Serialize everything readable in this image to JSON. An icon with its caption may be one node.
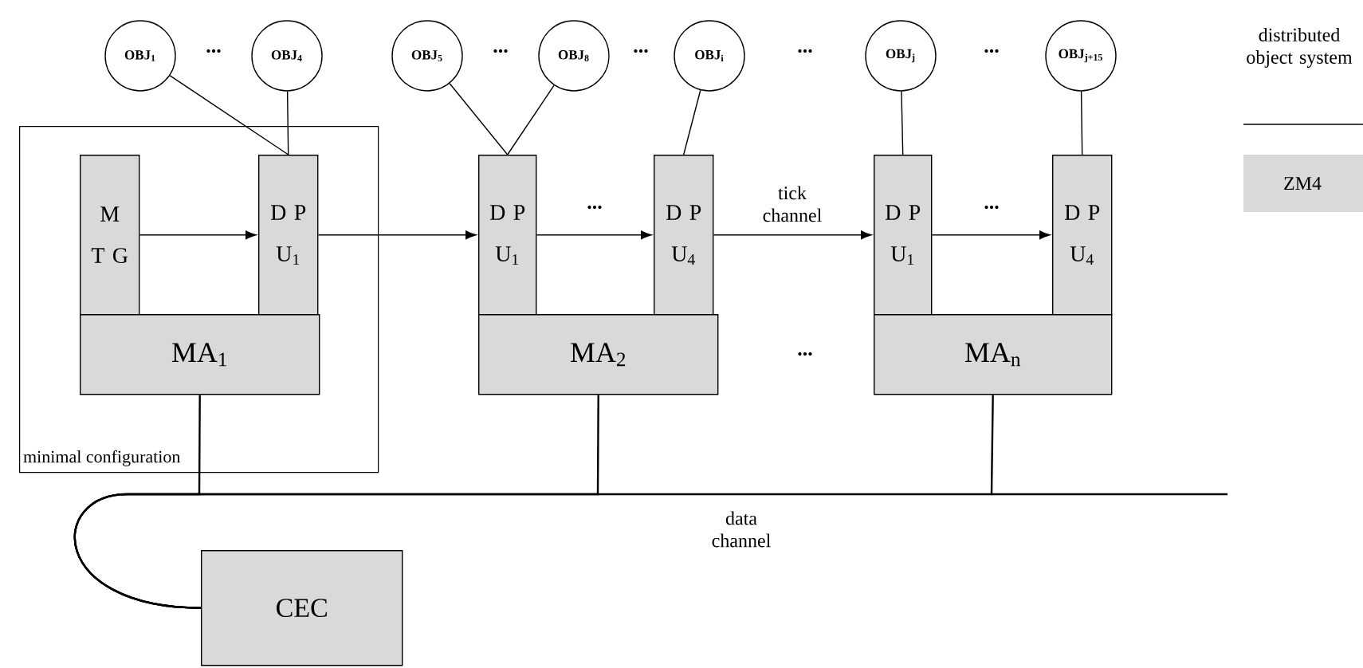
{
  "diagram": {
    "nodes": [
      {
        "text": [
          "minimal configuration"
        ]
      },
      {
        "text": [
          "M T G"
        ],
        "in": 0
      },
      {
        "text": [
          "D P U$_{1}$"
        ],
        "in": 0
      },
      {
        "text": [
          "MA$_{1}$"
        ],
        "in": 0
      },
      {
        "text": [
          "D P U$_{1}$"
        ]
      },
      {
        "text": [
          "D P U$_{4}$"
        ]
      },
      {
        "text": [
          "MA$_{2}$"
        ]
      },
      {
        "text": [
          "D P U$_{1}$"
        ]
      },
      {
        "text": [
          "D P U$_{4}$"
        ]
      },
      {
        "text": [
          "MA$_{n}$"
        ]
      },
      {
        "text": [
          "CEC"
        ]
      },
      {
        "text": [
          "OBJ$_{1}$"
        ]
      },
      {
        "text": [
          "OBJ$_{4}$"
        ]
      },
      {
        "text": [
          "OBJ$_{5}$"
        ]
      },
      {
        "text": [
          "OBJ$_{8}$"
        ]
      },
      {
        "text": [
          "OBJ$_{i}$"
        ]
      },
      {
        "text": [
          "OBJ$_{j}$"
        ]
      },
      {
        "text": [
          "OBJ$_{j+15}$"
        ]
      }
    ],
    "edges": [
      {
        "from": 1,
        "to": 2,
        "arrow": "to"
      },
      {
        "from": 2,
        "to": 4,
        "arrow": "to"
      },
      {
        "from": 4,
        "to": 5,
        "arrow": "to"
      },
      {
        "from": 5,
        "to": 7,
        "arrow": "to",
        "label": "tick channel"
      },
      {
        "from": 7,
        "to": 8,
        "arrow": "to"
      },
      {
        "from": 11,
        "to": 2,
        "arrow": "none"
      },
      {
        "from": 12,
        "to": 2,
        "arrow": "none"
      },
      {
        "from": 13,
        "to": 4,
        "arrow": "none"
      },
      {
        "from": 14,
        "to": 4,
        "arrow": "none"
      },
      {
        "from": 15,
        "to": 5,
        "arrow": "none"
      },
      {
        "from": 16,
        "to": 7,
        "arrow": "none"
      },
      {
        "from": 17,
        "to": 8,
        "arrow": "none"
      },
      {
        "from": 3,
        "to": 10,
        "arrow": "none"
      },
      {
        "from": 6,
        "to": 10,
        "arrow": "none"
      },
      {
        "from": 9,
        "to": 10,
        "arrow": "none",
        "label": "data channel"
      }
    ],
    "labels": [
      "...",
      "...",
      "...",
      "...",
      "...",
      "...",
      "...",
      "..."
    ],
    "legend": [
      {
        "text": "distributed object system"
      },
      {
        "text": "ZM4",
        "color": "#d9d9d9"
      }
    ]
  }
}
